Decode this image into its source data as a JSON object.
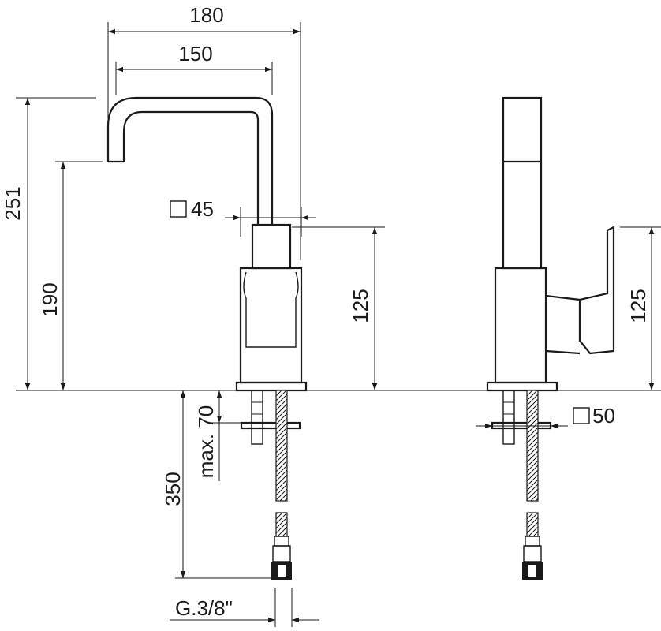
{
  "dimensions": {
    "width_total": "180",
    "spout_reach": "150",
    "total_height": "251",
    "spout_height": "190",
    "square_body": "45",
    "body_height_front": "125",
    "body_height_side": "125",
    "base_square": "50",
    "max_thickness": "max. 70",
    "hose_length": "350",
    "connection": "G.3/8\""
  }
}
